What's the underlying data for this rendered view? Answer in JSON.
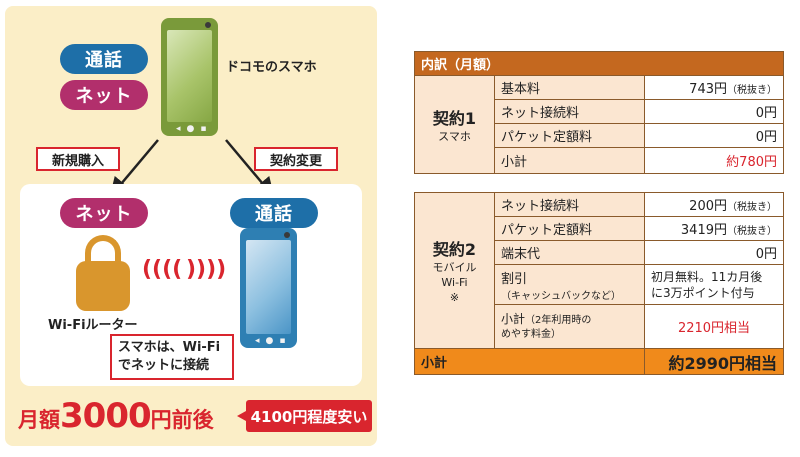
{
  "diagram": {
    "call_label": "通話",
    "net_label": "ネット",
    "docomo_phone": "ドコモのスマホ",
    "new_purchase": "新規購入",
    "contract_change": "契約変更",
    "router_label": "Wi-Fiルーター",
    "note_line1": "スマホは、Wi-Fi",
    "note_line2": "でネットに接続",
    "monthly_prefix": "月額",
    "monthly_amount": "3000",
    "monthly_suffix": "円前後",
    "savings": "4100円程度安い"
  },
  "table": {
    "header": "内訳（月額）",
    "contract1": {
      "title": "契約1",
      "subtitle": "スマホ",
      "rows": [
        {
          "item": "基本料",
          "value": "743円",
          "tax": "（税抜き）"
        },
        {
          "item": "ネット接続料",
          "value": "0円",
          "tax": ""
        },
        {
          "item": "パケット定額料",
          "value": "0円",
          "tax": ""
        },
        {
          "item": "小計",
          "value": "約780円",
          "tax": ""
        }
      ]
    },
    "contract2": {
      "title": "契約2",
      "subtitle1": "モバイル",
      "subtitle2": "Wi-Fi",
      "subtitle3": "※",
      "rows": [
        {
          "item": "ネット接続料",
          "value": "200円",
          "tax": "（税抜き）"
        },
        {
          "item": "パケット定額料",
          "value": "3419円",
          "tax": "（税抜き）"
        },
        {
          "item": "端末代",
          "value": "0円",
          "tax": ""
        },
        {
          "item": "割引",
          "item_sub": "（キャッシュバックなど）",
          "value_line1": "初月無料。11カ月後",
          "value_line2": "に3万ポイント付与"
        },
        {
          "item": "小計",
          "item_sub": "（2年利用時の",
          "item_sub2": "めやす料金）",
          "value": "2210円相当"
        }
      ]
    },
    "total_label": "小計",
    "total_value": "約2990円相当"
  },
  "colors": {
    "accent_red": "#d9252e",
    "blue": "#1e6fa8",
    "pink": "#b22f6c",
    "header_brown": "#c4681f",
    "total_orange": "#f08a1b",
    "panel_cream": "#fbeec7"
  }
}
